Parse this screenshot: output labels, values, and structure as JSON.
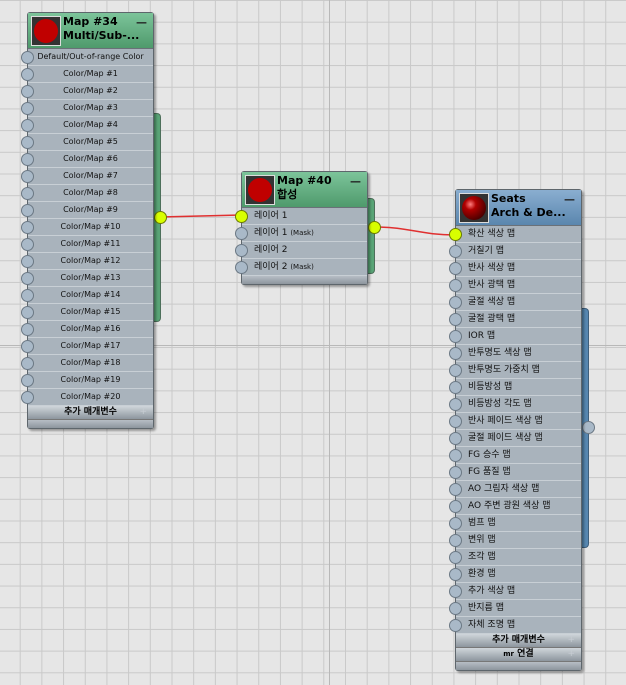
{
  "nodes": {
    "map34": {
      "title": "Map #34",
      "subtitle": "Multi/Sub-...",
      "minimize": "—",
      "slots": [
        "Default/Out-of-range Color",
        "Color/Map #1",
        "Color/Map #2",
        "Color/Map #3",
        "Color/Map #4",
        "Color/Map #5",
        "Color/Map #6",
        "Color/Map #7",
        "Color/Map #8",
        "Color/Map #9",
        "Color/Map #10",
        "Color/Map #11",
        "Color/Map #12",
        "Color/Map #13",
        "Color/Map #14",
        "Color/Map #15",
        "Color/Map #16",
        "Color/Map #17",
        "Color/Map #18",
        "Color/Map #19",
        "Color/Map #20"
      ],
      "footer": "추가 매개변수",
      "plus": "+"
    },
    "map40": {
      "title": "Map #40",
      "subtitle": "합성",
      "minimize": "—",
      "slots": [
        {
          "label": "레이어 1",
          "suffix": ""
        },
        {
          "label": "레이어 1",
          "suffix": "(Mask)"
        },
        {
          "label": "레이어 2",
          "suffix": ""
        },
        {
          "label": "레이어 2",
          "suffix": "(Mask)"
        }
      ]
    },
    "seats": {
      "title": "Seats",
      "subtitle": "Arch & De...",
      "minimize": "—",
      "slots": [
        "확산 색상 맵",
        "거칠기 맵",
        "반사 색상 맵",
        "반사 광택 맵",
        "굴절 색상 맵",
        "굴절 광택 맵",
        "IOR 맵",
        "반투명도 색상 맵",
        "반투명도 가중치 맵",
        "비등방성 맵",
        "비등방성 각도 맵",
        "반사 페이드 색상 맵",
        "굴절 페이드 색상 맵",
        "FG 승수 맵",
        "FG 품질 맵",
        "AO 그림자 색상 맵",
        "AO 주변 광원 색상 맵",
        "범프 맵",
        "변위 맵",
        "조각 맵",
        "환경 맵",
        "추가 색상 맵",
        "반지름 맵",
        "자체 조명 맵"
      ],
      "footer1": "추가 매개변수",
      "footer2_prefix": "mr",
      "footer2": "연결",
      "plus": "+"
    }
  },
  "colors": {
    "wire": "#e03030",
    "socket_active": "#d8ff00",
    "header_map": "#5fae7e",
    "header_material": "#6f98be"
  }
}
